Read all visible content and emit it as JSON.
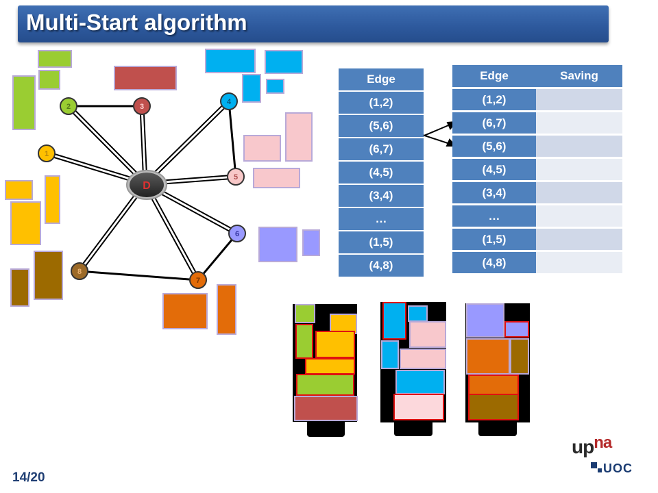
{
  "slide": {
    "title": "Multi-Start algorithm",
    "page_number": "14/20",
    "logo_upna_1": "up",
    "logo_upna_2": "na",
    "logo_uoc": "UOC"
  },
  "graph": {
    "depot": {
      "label": "D",
      "color": "#404040"
    },
    "nodes": [
      {
        "label": "1",
        "color": "#ffc000"
      },
      {
        "label": "2",
        "color": "#9acd32"
      },
      {
        "label": "3",
        "color": "#c0504d"
      },
      {
        "label": "4",
        "color": "#00b0f0"
      },
      {
        "label": "5",
        "color": "#f8c8c8"
      },
      {
        "label": "6",
        "color": "#9999ff"
      },
      {
        "label": "7",
        "color": "#e36c09"
      },
      {
        "label": "8",
        "color": "#9c6a28"
      }
    ]
  },
  "left_table": {
    "header": "Edge",
    "rows": [
      "(1,2)",
      "(5,6)",
      "(6,7)",
      "(4,5)",
      "(3,4)",
      "…",
      "(1,5)",
      "(4,8)"
    ]
  },
  "right_table": {
    "header_edge": "Edge",
    "header_saving": "Saving",
    "rows": [
      "(1,2)",
      "(6,7)",
      "(5,6)",
      "(4,5)",
      "(3,4)",
      "…",
      "(1,5)",
      "(4,8)"
    ]
  }
}
